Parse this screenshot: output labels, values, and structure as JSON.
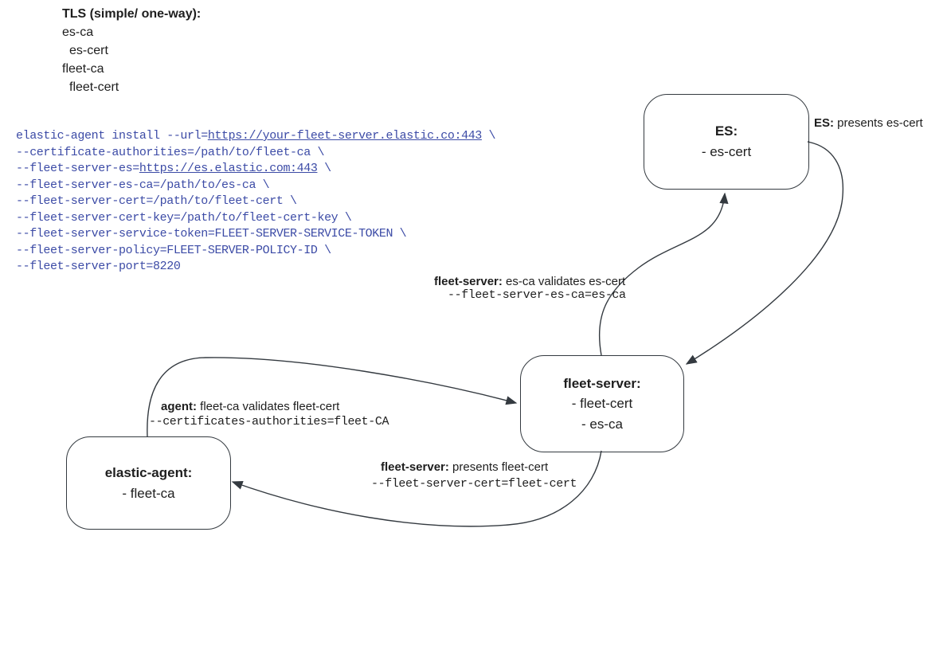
{
  "title_block": {
    "title": "TLS (simple/ one-way):",
    "items": [
      "es-ca",
      "es-cert",
      "fleet-ca",
      "fleet-cert"
    ]
  },
  "code": {
    "lines": [
      [
        {
          "t": "elastic-agent install --url="
        },
        {
          "t": "https://your-fleet-server.elastic.co:443",
          "u": true
        },
        {
          "t": " \\"
        }
      ],
      [
        {
          "t": "--certificate-authorities=/path/to/fleet-ca \\"
        }
      ],
      [
        {
          "t": "--fleet-server-es="
        },
        {
          "t": "https://es.elastic.com:443",
          "u": true
        },
        {
          "t": " \\"
        }
      ],
      [
        {
          "t": "--fleet-server-es-ca=/path/to/es-ca \\"
        }
      ],
      [
        {
          "t": "--fleet-server-cert=/path/to/fleet-cert \\"
        }
      ],
      [
        {
          "t": "--fleet-server-cert-key=/path/to/fleet-cert-key \\"
        }
      ],
      [
        {
          "t": "--fleet-server-service-token=FLEET-SERVER-SERVICE-TOKEN \\"
        }
      ],
      [
        {
          "t": "--fleet-server-policy=FLEET-SERVER-POLICY-ID \\"
        }
      ],
      [
        {
          "t": "--fleet-server-port=8220"
        }
      ]
    ]
  },
  "nodes": {
    "es": {
      "title": "ES:",
      "items": [
        "- es-cert"
      ]
    },
    "fleet_server": {
      "title": "fleet-server:",
      "items": [
        "- fleet-cert",
        "- es-ca"
      ]
    },
    "elastic_agent": {
      "title": "elastic-agent:",
      "items": [
        "- fleet-ca"
      ]
    }
  },
  "labels": {
    "es_presents": {
      "bold": "ES:",
      "text": " presents es-cert"
    },
    "fleet_validates": {
      "bold": "fleet-server:",
      "text": " es-ca validates es-cert",
      "code": "--fleet-server-es-ca=es-ca"
    },
    "agent_validates": {
      "bold": "agent:",
      "text": " fleet-ca validates fleet-cert",
      "code": "--certificates-authorities=fleet-CA"
    },
    "fleet_presents": {
      "bold": "fleet-server:",
      "text": " presents fleet-cert",
      "code": "--fleet-server-cert=fleet-cert"
    }
  },
  "colors": {
    "code_text": "#3c4ba6",
    "stroke": "#343a40",
    "text": "#1e1e1e",
    "background": "#ffffff"
  }
}
